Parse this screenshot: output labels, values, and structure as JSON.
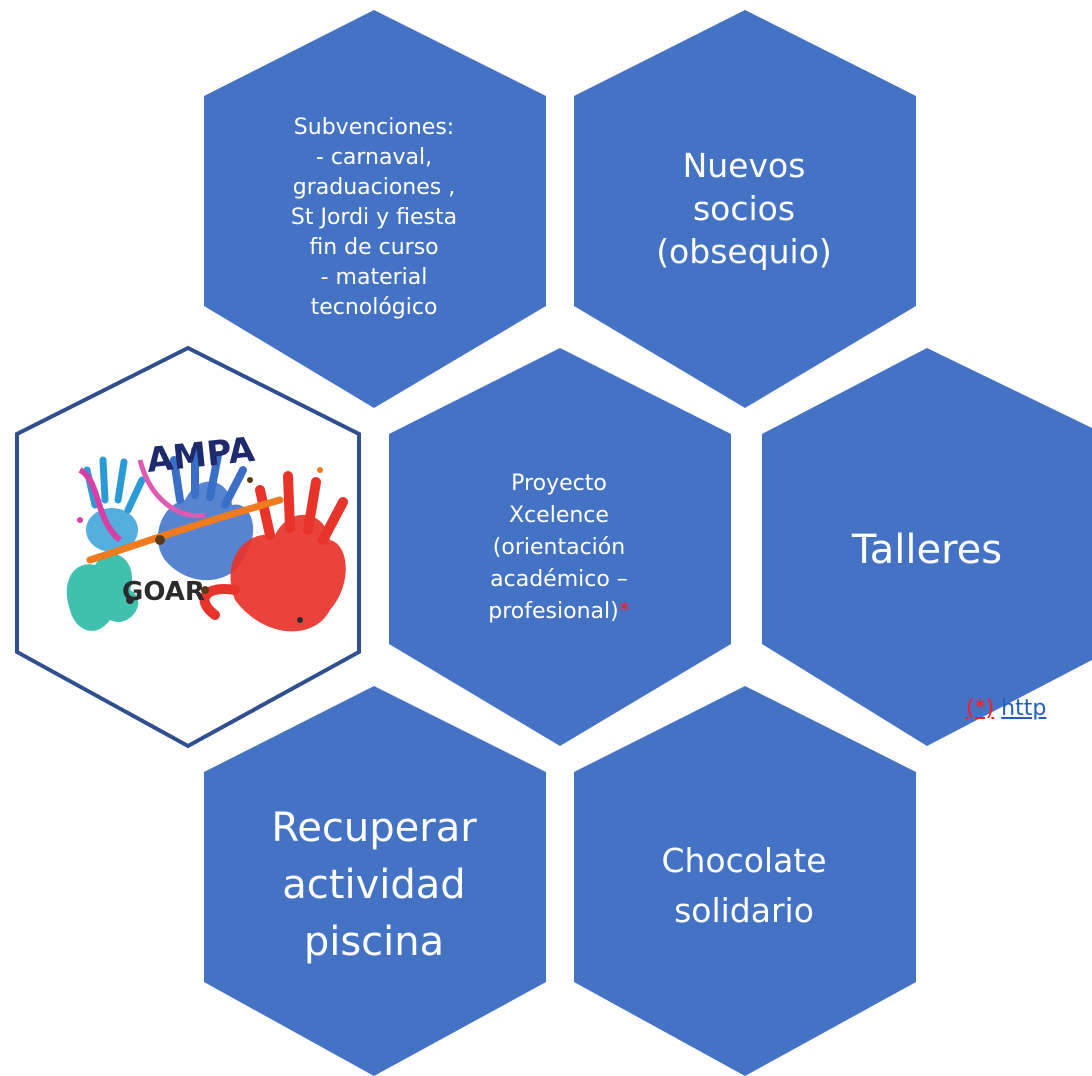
{
  "colors": {
    "hex_fill": "#4472c4",
    "logo_border": "#2f4f8f",
    "asterisk": "#ff2020",
    "link": "#1f5fc2"
  },
  "hexagons": [
    {
      "id": "subvenciones",
      "text": "Subvenciones:\n- carnaval,\ngraduaciones ,\nSt Jordi y fiesta\nfin de curso\n- material\ntecnológico"
    },
    {
      "id": "nuevos-socios",
      "text": "Nuevos\nsocios\n(obsequio)"
    },
    {
      "id": "proyecto-xcelence",
      "text": "Proyecto\nXcelence\n(orientación\nacadémico –\nprofesional)",
      "suffix": "*"
    },
    {
      "id": "talleres",
      "text": "Talleres"
    },
    {
      "id": "recuperar-piscina",
      "text": "Recuperar\nactividad\npiscina"
    },
    {
      "id": "chocolate-solidario",
      "text": "Chocolate\nsolidario"
    }
  ],
  "logo": {
    "icon": "ampa-goar-logo",
    "text_top": "AMPA",
    "text_bottom": "GOAR"
  },
  "footnote": {
    "mark": "(*)",
    "link_text": "http"
  }
}
